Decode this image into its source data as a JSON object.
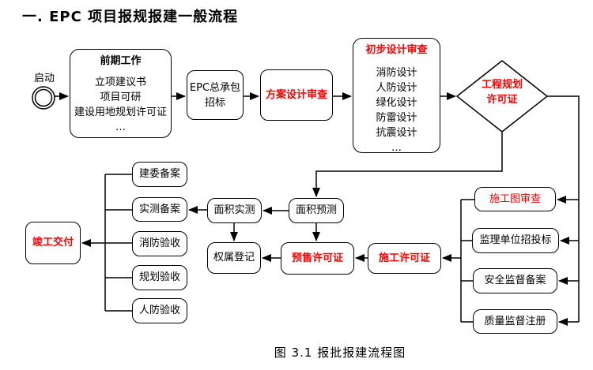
{
  "page": {
    "title": "一. EPC 项目报规报建一般流程",
    "caption": "图 3.1 报批报建流程图"
  },
  "colors": {
    "highlight_red": "#ff0000",
    "line_black": "#000000",
    "background": "#ffffff"
  },
  "flowchart": {
    "start": {
      "label": "启动"
    },
    "preliminary_work": {
      "title": "前期工作",
      "items": [
        "立项建议书",
        "项目可研",
        "建设用地规划许可证",
        "…"
      ]
    },
    "epc_bidding": {
      "lines": [
        "EPC总承包",
        "招标"
      ]
    },
    "scheme_design_review": {
      "label": "方案设计审查"
    },
    "preliminary_design_review": {
      "title": "初步设计审查",
      "items": [
        "消防设计",
        "人防设计",
        "绿化设计",
        "防雷设计",
        "抗震设计",
        "…"
      ]
    },
    "project_planning_permit": {
      "lines": [
        "工程规划",
        "许可证"
      ]
    },
    "construction_drawing_review": {
      "label": "施工图审查"
    },
    "supervision_bidding": {
      "label": "监理单位招投标"
    },
    "safety_supervision_record": {
      "label": "安全监督备案"
    },
    "quality_supervision_registration": {
      "label": "质量监督注册"
    },
    "construction_permit": {
      "label": "施工许可证"
    },
    "presale_permit": {
      "label": "预售许可证"
    },
    "area_forecast": {
      "label": "面积预测"
    },
    "area_survey": {
      "label": "面积实测"
    },
    "ownership_registration": {
      "label": "权属登记"
    },
    "survey_record": {
      "label": "实测备案"
    },
    "committee_record": {
      "label": "建委备案"
    },
    "fire_acceptance": {
      "label": "消防验收"
    },
    "planning_acceptance": {
      "label": "规划验收"
    },
    "civil_defense_acceptance": {
      "label": "人防验收"
    },
    "completion_delivery": {
      "label": "竣工交付"
    }
  }
}
